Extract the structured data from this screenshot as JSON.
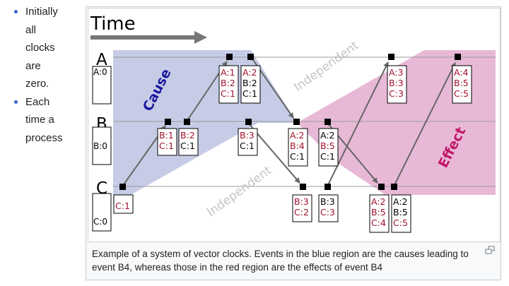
{
  "bullets": [
    {
      "lines": [
        "Initially",
        "all",
        "clocks",
        "are",
        "zero."
      ]
    },
    {
      "lines": [
        "Each",
        "time a",
        "process"
      ]
    }
  ],
  "figure": {
    "time_label": "Time",
    "process_labels": {
      "A": "A",
      "B": "B",
      "C": "C"
    },
    "initial_clocks": {
      "A": "A:0",
      "B": "B:0",
      "C": "C:0"
    },
    "region_labels": {
      "cause": "Cause",
      "effect": "Effect",
      "independent_top": "Independent",
      "independent_bottom": "Independent"
    },
    "colors": {
      "cause": "#c7cce6",
      "effect": "#e8b9d6",
      "highlight_text": "#a0102b",
      "normal_text": "#000000",
      "cause_label": "#1a1aa0",
      "effect_label": "#c0186a",
      "arrow": "#666666"
    },
    "events": [
      {
        "lines": [
          {
            "t": "A:1",
            "hl": true
          },
          {
            "t": "B:2",
            "hl": true
          },
          {
            "t": "C:1",
            "hl": true
          }
        ]
      },
      {
        "lines": [
          {
            "t": "A:2",
            "hl": true
          },
          {
            "t": "B:2",
            "hl": false
          },
          {
            "t": "C:1",
            "hl": false
          }
        ]
      },
      {
        "lines": [
          {
            "t": "A:3",
            "hl": true
          },
          {
            "t": "B:3",
            "hl": true
          },
          {
            "t": "C:3",
            "hl": true
          }
        ]
      },
      {
        "lines": [
          {
            "t": "A:4",
            "hl": true
          },
          {
            "t": "B:5",
            "hl": true
          },
          {
            "t": "C:5",
            "hl": true
          }
        ]
      },
      {
        "lines": [
          {
            "t": "B:1",
            "hl": true
          },
          {
            "t": "C:1",
            "hl": true
          }
        ]
      },
      {
        "lines": [
          {
            "t": "B:2",
            "hl": true
          },
          {
            "t": "C:1",
            "hl": false
          }
        ]
      },
      {
        "lines": [
          {
            "t": "B:3",
            "hl": true
          },
          {
            "t": "C:1",
            "hl": false
          }
        ]
      },
      {
        "lines": [
          {
            "t": "A:2",
            "hl": true
          },
          {
            "t": "B:4",
            "hl": true
          },
          {
            "t": "C:1",
            "hl": false
          }
        ]
      },
      {
        "lines": [
          {
            "t": "A:2",
            "hl": false
          },
          {
            "t": "B:5",
            "hl": true
          },
          {
            "t": "C:1",
            "hl": false
          }
        ]
      },
      {
        "lines": [
          {
            "t": "C:1",
            "hl": true
          }
        ]
      },
      {
        "lines": [
          {
            "t": "B:3",
            "hl": true
          },
          {
            "t": "C:2",
            "hl": true
          }
        ]
      },
      {
        "lines": [
          {
            "t": "B:3",
            "hl": false
          },
          {
            "t": "C:3",
            "hl": true
          }
        ]
      },
      {
        "lines": [
          {
            "t": "A:2",
            "hl": true
          },
          {
            "t": "B:5",
            "hl": true
          },
          {
            "t": "C:4",
            "hl": true
          }
        ]
      },
      {
        "lines": [
          {
            "t": "A:2",
            "hl": false
          },
          {
            "t": "B:5",
            "hl": false
          },
          {
            "t": "C:5",
            "hl": true
          }
        ]
      }
    ]
  },
  "caption": "Example of a system of vector clocks. Events in the blue region are the causes leading to event B4, whereas those in the red region are the effects of event B4"
}
